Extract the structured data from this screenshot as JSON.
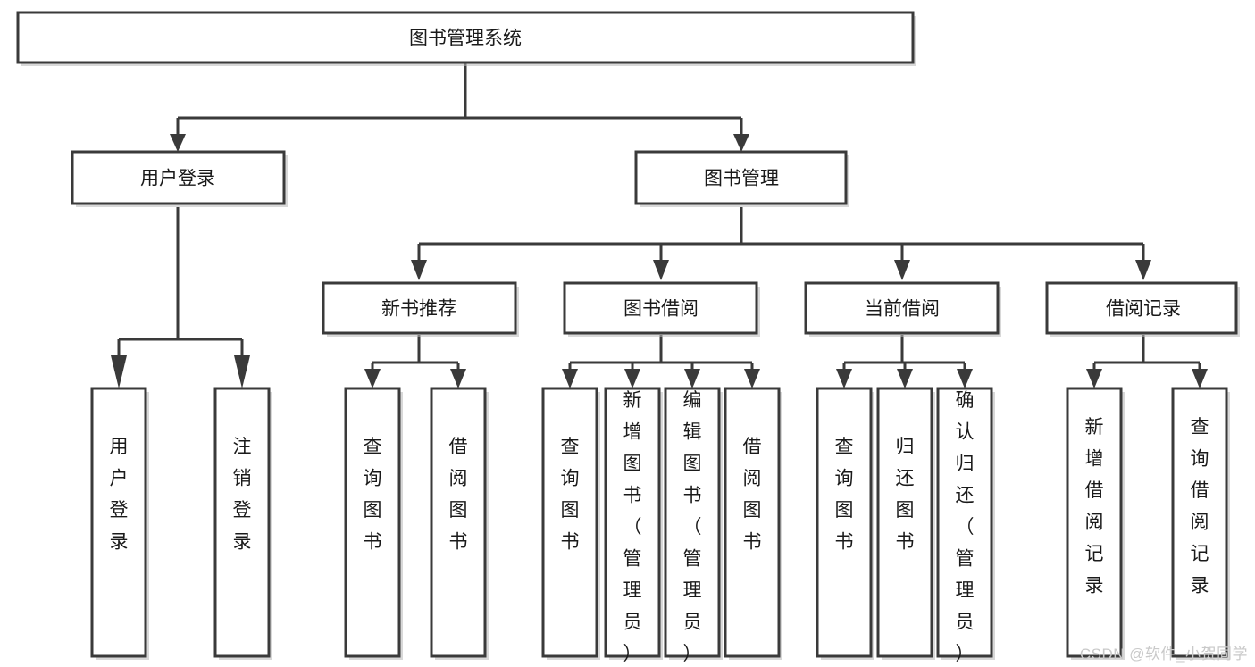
{
  "diagram": {
    "title": "图书管理系统",
    "type": "tree-hierarchy-chart",
    "watermark": "CSDN @软件_小贺同学",
    "colors": {
      "background": "#ffffff",
      "box_fill": "#ffffff",
      "box_stroke": "#3a3a3a",
      "connector": "#3a3a3a",
      "text": "#1a1a1a",
      "watermark": "#c9c9c9"
    },
    "nodes": {
      "root": {
        "label": "图书管理系统"
      },
      "level2": [
        {
          "label": "用户登录"
        },
        {
          "label": "图书管理"
        }
      ],
      "level3": [
        {
          "label": "新书推荐"
        },
        {
          "label": "图书借阅"
        },
        {
          "label": "当前借阅"
        },
        {
          "label": "借阅记录"
        }
      ],
      "leaves": {
        "user_login": [
          {
            "label": "用户登录"
          },
          {
            "label": "注销登录"
          }
        ],
        "new_book_recommend": [
          {
            "label": "查询图书"
          },
          {
            "label": "借阅图书"
          }
        ],
        "book_borrow": [
          {
            "label": "查询图书"
          },
          {
            "label": "新增图书（管理员）"
          },
          {
            "label": "编辑图书（管理员）"
          },
          {
            "label": "借阅图书"
          }
        ],
        "current_borrow": [
          {
            "label": "查询图书"
          },
          {
            "label": "归还图书"
          },
          {
            "label": "确认归还（管理员）"
          }
        ],
        "borrow_record": [
          {
            "label": "新增借阅记录"
          },
          {
            "label": "查询借阅记录"
          }
        ]
      }
    }
  }
}
